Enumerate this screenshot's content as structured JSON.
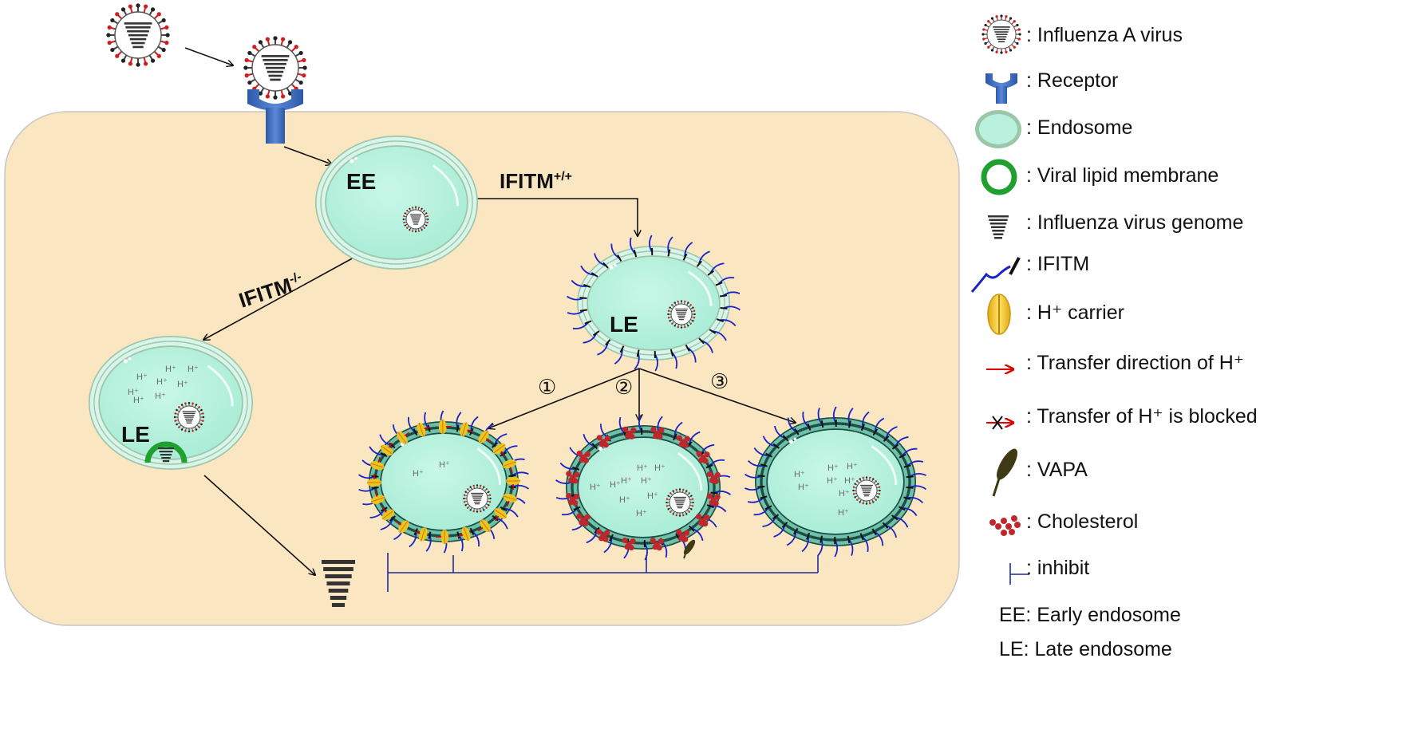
{
  "diagram": {
    "labels": {
      "ee": "EE",
      "le": "LE",
      "ifitm_pos": "IFITM",
      "ifitm_pos_sup": "+/+",
      "ifitm_neg": "IFITM",
      "ifitm_neg_sup": "-/-",
      "h_plus": "H⁺",
      "pathway_1": "①",
      "pathway_2": "②",
      "pathway_3": "③"
    },
    "colors": {
      "cell": "#fbe6c2",
      "endosome_fill": "#b9f1de",
      "endosome_rim": "#9bc6aa",
      "dark_rim": "#1d4e46",
      "viral_membrane": "#1fa02f",
      "receptor": "#4472c4",
      "ifitm": "#1a23c8",
      "h_carrier": "#f2c11d",
      "cholesterol": "#c0272d",
      "vapa": "#3d3a14",
      "inhibit_line": "#1d2a9e"
    }
  },
  "legend": {
    "items": [
      {
        "icon": "influenza-a-virus-icon",
        "text": ": Influenza A virus"
      },
      {
        "icon": "receptor-icon",
        "text": ": Receptor"
      },
      {
        "icon": "endosome-icon",
        "text": ": Endosome"
      },
      {
        "icon": "viral-lipid-membrane-icon",
        "text": ": Viral lipid membrane"
      },
      {
        "icon": "influenza-virus-genome-icon",
        "text": ": Influenza virus genome"
      },
      {
        "icon": "ifitm-icon",
        "text": ": IFITM"
      },
      {
        "icon": "h-carrier-icon",
        "text": ": H⁺ carrier"
      },
      {
        "icon": "h-transfer-arrow-icon",
        "text": ": Transfer direction of H⁺"
      },
      {
        "icon": "h-blocked-arrow-icon",
        "text": ": Transfer of H⁺ is blocked"
      },
      {
        "icon": "vapa-icon",
        "text": ": VAPA"
      },
      {
        "icon": "cholesterol-icon",
        "text": ": Cholesterol"
      },
      {
        "icon": "inhibit-icon",
        "text": ": inhibit"
      }
    ],
    "abbreviations": [
      {
        "text": "EE: Early endosome"
      },
      {
        "text": "LE: Late endosome"
      }
    ]
  }
}
